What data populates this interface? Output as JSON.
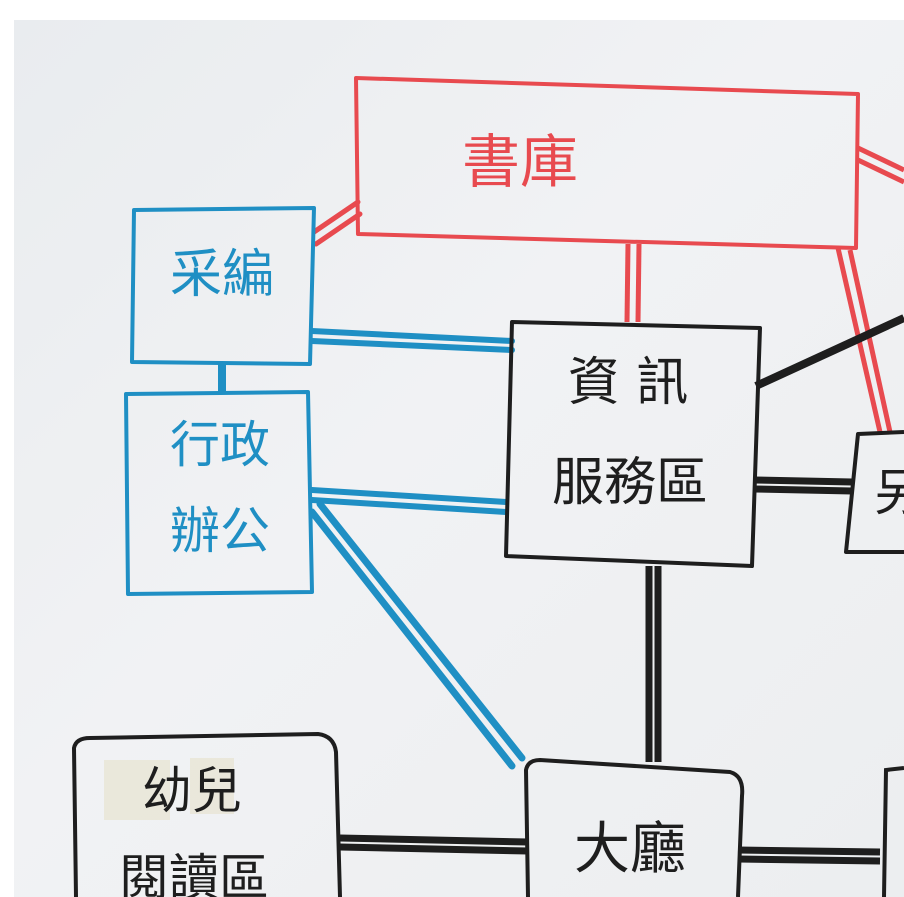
{
  "nodes": {
    "stacks": {
      "label": "書庫"
    },
    "acq": {
      "label": "采編"
    },
    "admin": {
      "label_line1": "行政",
      "label_line2": "辦公"
    },
    "info": {
      "label_line1": "資 訊",
      "label_line2": "服務區"
    },
    "right": {
      "label": "另"
    },
    "lobby": {
      "label": "大廳"
    },
    "children": {
      "label_line1": "幼兒",
      "label_line2": "閱讀區"
    }
  },
  "colors": {
    "red": "#e84a4f",
    "blue": "#1f8fc4",
    "black": "#1e1e1e"
  }
}
